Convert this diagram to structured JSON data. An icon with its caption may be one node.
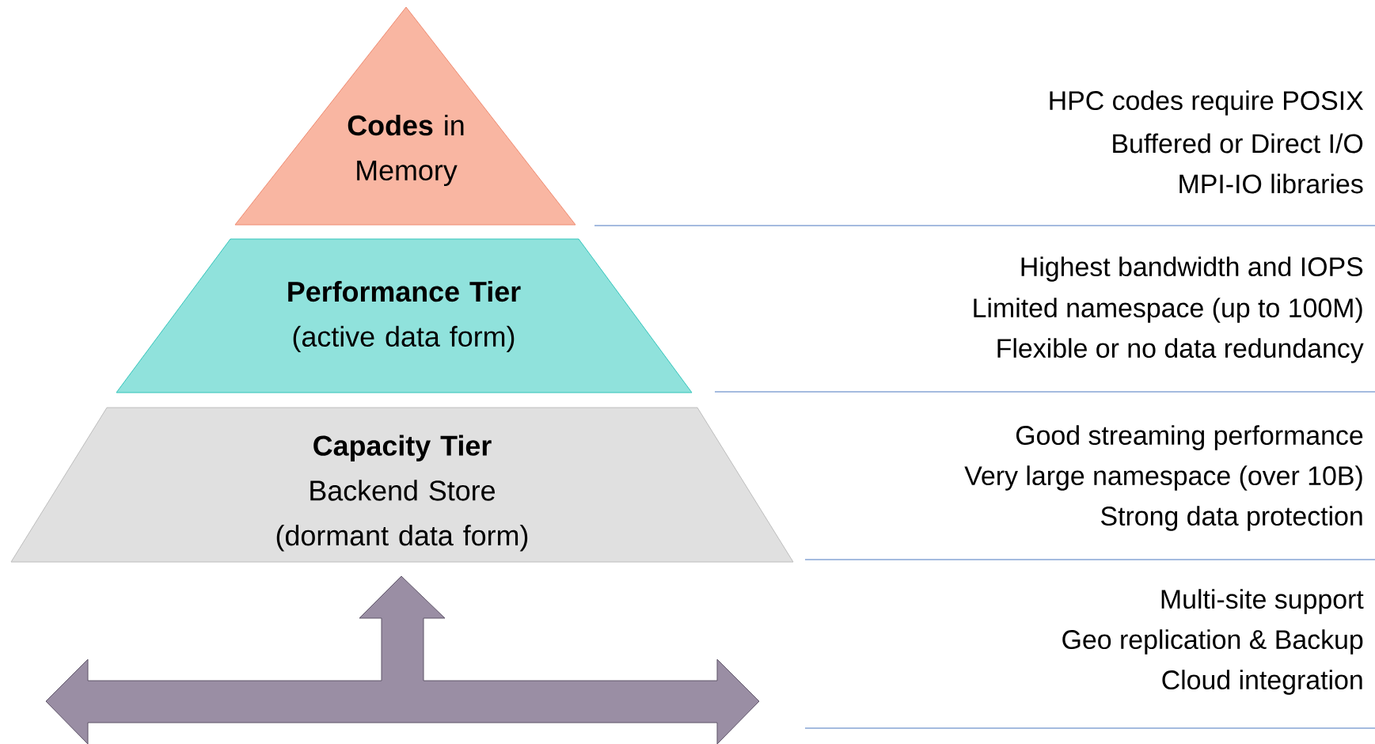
{
  "diagram": {
    "nodes": [
      {
        "text": [
          "**Codes** in Memory"
        ]
      },
      {
        "text": [
          "Performance Tier",
          "(active data form)"
        ]
      },
      {
        "text": [
          "Capacity Tier",
          "Backend Store",
          "(dormant data form)"
        ]
      }
    ],
    "labels": [
      "HPC codes require POSIX",
      "Buffered or Direct I/O",
      "MPI-IO libraries",
      "Highest bandwidth and IOPS",
      "Limited namespace (up to 100M)",
      "Flexible or no data redundancy",
      "Good streaming performance",
      "Very large namespace (over 10B)",
      "Strong data protection",
      "Multi-site support",
      "Geo replication & Backup",
      "Cloud integration"
    ]
  }
}
